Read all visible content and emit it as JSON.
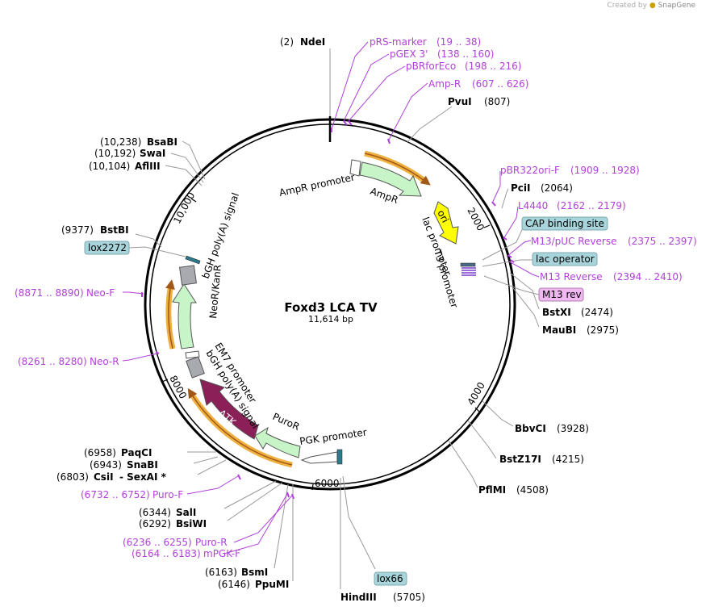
{
  "credit": {
    "prefix": "Created by",
    "brand": "SnapGene"
  },
  "map": {
    "title": "Foxd3 LCA TV",
    "subtitle": "11,614 bp",
    "ticks": [
      "2000",
      "4000",
      "6000",
      "8000",
      "10,000"
    ],
    "sites": [
      {
        "id": "ndei",
        "pos": "(2)",
        "name": "NdeI"
      },
      {
        "id": "pvui",
        "pos": "(807)",
        "name": "PvuI"
      },
      {
        "id": "pcii",
        "pos": "(2064)",
        "name": "PciI"
      },
      {
        "id": "bstxi",
        "pos": "(2474)",
        "name": "BstXI"
      },
      {
        "id": "maubi",
        "pos": "(2975)",
        "name": "MauBI"
      },
      {
        "id": "bbvci",
        "pos": "(3928)",
        "name": "BbvCI"
      },
      {
        "id": "bstz17i",
        "pos": "(4215)",
        "name": "BstZ17I"
      },
      {
        "id": "pflmi",
        "pos": "(4508)",
        "name": "PflMI"
      },
      {
        "id": "hindiii",
        "pos": "(5705)",
        "name": "HindIII"
      },
      {
        "id": "ppumi",
        "pos": "(6146)",
        "name": "PpuMI"
      },
      {
        "id": "bsmi",
        "pos": "(6163)",
        "name": "BsmI"
      },
      {
        "id": "bsiwi",
        "pos": "(6292)",
        "name": "BsiWI"
      },
      {
        "id": "sali",
        "pos": "(6344)",
        "name": "SalI"
      },
      {
        "id": "csii",
        "pos": "(6803)",
        "name": "CsiI",
        "extra": "- SexAI *"
      },
      {
        "id": "snabi",
        "pos": "(6943)",
        "name": "SnaBI"
      },
      {
        "id": "paqci",
        "pos": "(6958)",
        "name": "PaqCI"
      },
      {
        "id": "bstbi",
        "pos": "(9377)",
        "name": "BstBI"
      },
      {
        "id": "aflii",
        "pos": "(10,104)",
        "name": "AflIII"
      },
      {
        "id": "swai",
        "pos": "(10,192)",
        "name": "SwaI"
      },
      {
        "id": "bsabi",
        "pos": "(10,238)",
        "name": "BsaBI"
      }
    ],
    "primers": [
      {
        "id": "prs",
        "name": "pRS-marker",
        "range": "(19 .. 38)"
      },
      {
        "id": "pgex",
        "name": "pGEX 3'",
        "range": "(138 .. 160)"
      },
      {
        "id": "pbrfor",
        "name": "pBRforEco",
        "range": "(198 .. 216)"
      },
      {
        "id": "ampr",
        "name": "Amp-R",
        "range": "(607 .. 626)"
      },
      {
        "id": "pbr322",
        "name": "pBR322ori-F",
        "range": "(1909 .. 1928)"
      },
      {
        "id": "l4440",
        "name": "L4440",
        "range": "(2162 .. 2179)"
      },
      {
        "id": "m13puc",
        "name": "M13/pUC Reverse",
        "range": "(2375 .. 2397)"
      },
      {
        "id": "m13rev",
        "name": "M13 Reverse",
        "range": "(2394 .. 2410)"
      },
      {
        "id": "puror",
        "name": "Puro-R",
        "range": "(6236 .. 6255)"
      },
      {
        "id": "mpgk",
        "name": "mPGK-F",
        "range": "(6164 .. 6183)"
      },
      {
        "id": "purof",
        "name": "Puro-F",
        "range": "(6732 .. 6752)"
      },
      {
        "id": "neor",
        "name": "Neo-R",
        "range": "(8261 .. 8280)"
      },
      {
        "id": "neof",
        "name": "Neo-F",
        "range": "(8871 .. 8890)"
      }
    ],
    "boxed": {
      "cap": "CAP binding site",
      "lacop": "lac operator",
      "m13rev": "M13 rev",
      "lox2272": "lox2272",
      "lox66": "lox66"
    },
    "features": {
      "ampr_promoter": "AmpR promoter",
      "ampr": "AmpR",
      "ori": "ori",
      "lac_promoter": "lac promoter",
      "t3_promoter": "T3 promoter",
      "pgk_promoter": "PGK promoter",
      "puror": "PuroR",
      "dtk": "ΔTK",
      "bgh2": "bGH poly(A) signal",
      "em7": "EM7 promoter",
      "neokan": "NeoR/KanR",
      "bgh1": "bGH poly(A) signal"
    },
    "colors": {
      "backbone": "#000000",
      "primer": "#b040d8",
      "gene": "#c8f5c8",
      "promoter": "#ffffff",
      "ori": "#ffff00",
      "dtk": "#8b1f57",
      "polya": "#a8aaaf",
      "orf_orange": "#f0b040",
      "orf_brown": "#a05818",
      "boxed_fill": "#a8d5dc",
      "m13_fill": "#f0b8f0"
    }
  }
}
